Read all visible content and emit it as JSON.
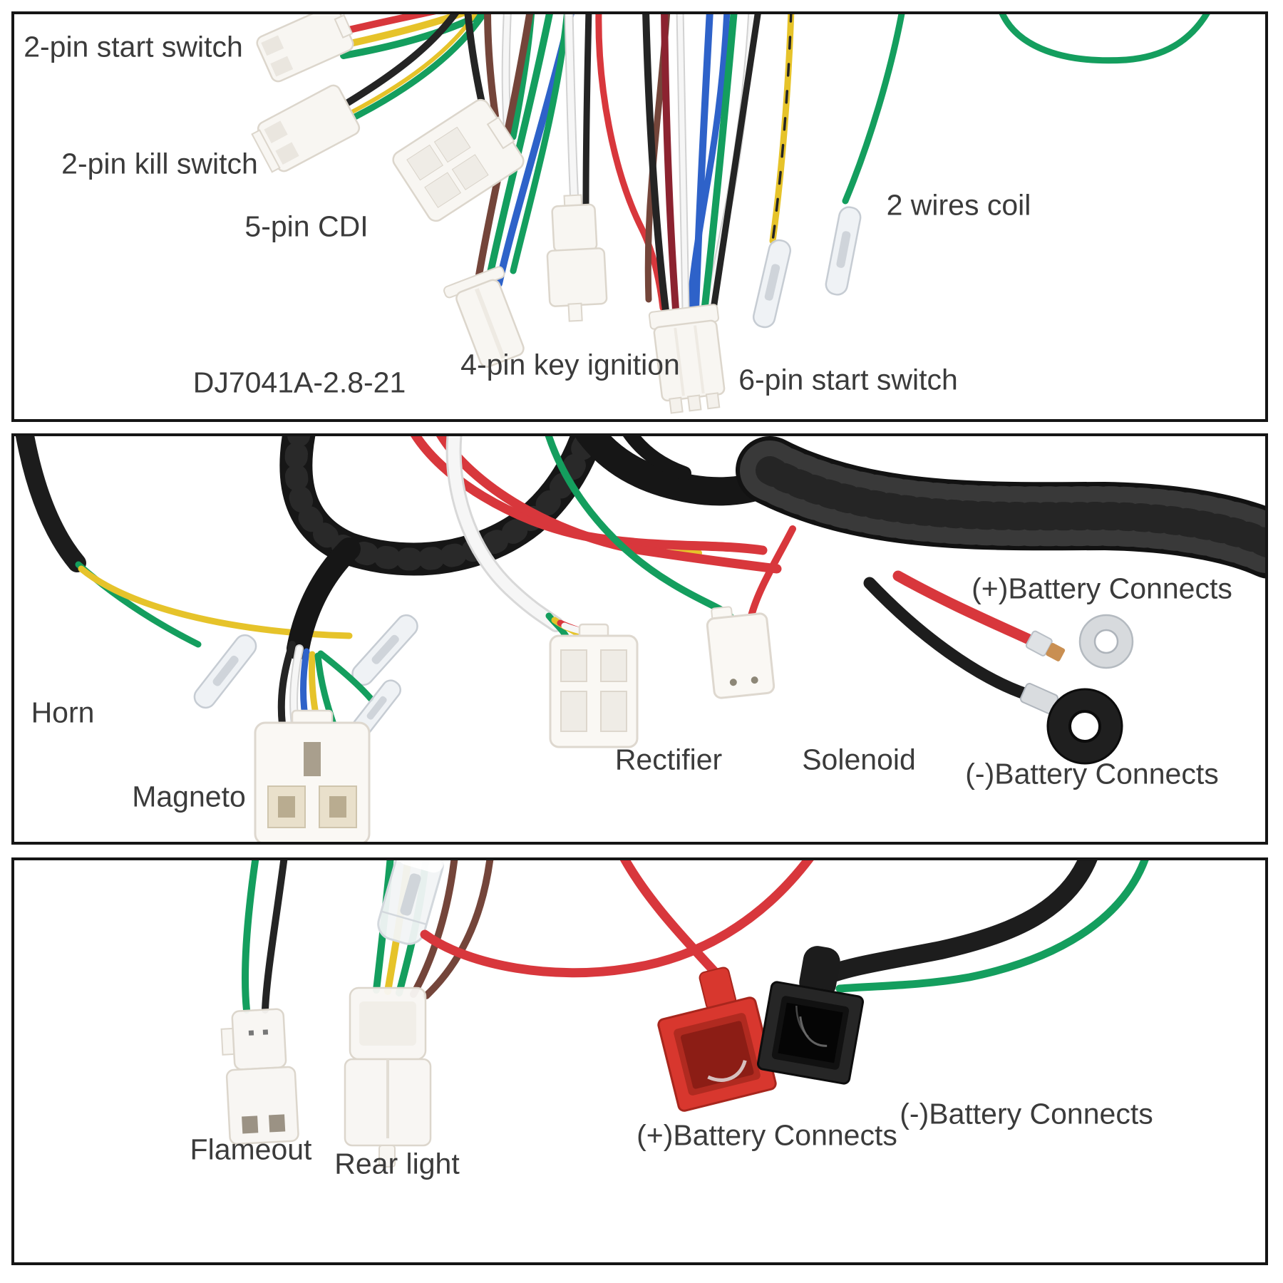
{
  "page": {
    "background": "#ffffff",
    "border_color": "#151515",
    "label_text_color": "#3b3b3b"
  },
  "panels": [
    {
      "name": "top-connectors",
      "labels": [
        {
          "text": "2-pin start switch"
        },
        {
          "text": "2-pin kill switch"
        },
        {
          "text": "5-pin CDI"
        },
        {
          "text": "DJ7041A-2.8-21"
        },
        {
          "text": "4-pin key ignition"
        },
        {
          "text": "6-pin start switch"
        },
        {
          "text": "2 wires coil"
        }
      ]
    },
    {
      "name": "middle-harness",
      "labels": [
        {
          "text": "Horn"
        },
        {
          "text": "Magneto"
        },
        {
          "text": "Rectifier"
        },
        {
          "text": "Solenoid"
        },
        {
          "text": "(+)Battery Connects"
        },
        {
          "text": "(-)Battery Connects"
        }
      ]
    },
    {
      "name": "bottom-harness",
      "labels": [
        {
          "text": "Flameout"
        },
        {
          "text": "Rear light"
        },
        {
          "text": "(+)Battery Connects"
        },
        {
          "text": "(-)Battery Connects"
        }
      ]
    }
  ],
  "palette": {
    "wire_red": "#d8373c",
    "wire_green": "#149e5e",
    "wire_yellow": "#e6c32a",
    "wire_blue": "#2e62c9",
    "wire_brown": "#74453a",
    "wire_black": "#242424",
    "wire_white": "#f6f6f6",
    "wire_dark_red": "#8c2330",
    "connector_white": "#f8f6f2",
    "connector_stroke": "#dcd6cc",
    "cavity_tan": "#e9e0cb",
    "bullet_clear": "#eef1f4",
    "loom_black": "#161616",
    "ring_silver": "#d7dadd",
    "boot_red": "#d8372e",
    "boot_black": "#262626"
  }
}
